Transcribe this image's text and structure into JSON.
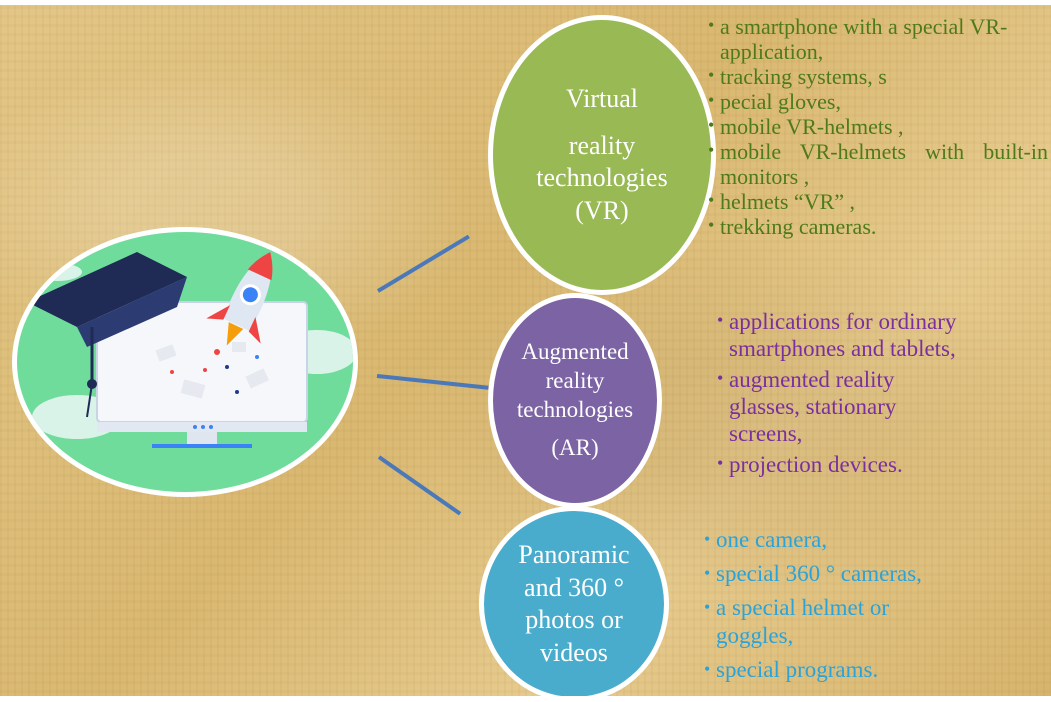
{
  "nodes": {
    "vr": {
      "label_lines": [
        "Virtual",
        "reality",
        "technologies",
        "(VR)"
      ],
      "color": "#98b954",
      "items": [
        "a smartphone with a special VR-application,",
        "tracking systems, s",
        "pecial gloves,",
        "mobile VR-helmets ,",
        "mobile VR-helmets with built-in monitors ,",
        "helmets “VR” ,",
        "trekking cameras."
      ],
      "item_color": "#4e7a1a"
    },
    "ar": {
      "label_lines": [
        "Augmented",
        "reality",
        "technologies",
        "(AR)"
      ],
      "color": "#7c63a3",
      "items": [
        "applications for ordinary smartphones and tablets,",
        "augmented reality glasses, stationary screens,",
        "projection devices."
      ],
      "item_color": "#7b2f9e"
    },
    "pano": {
      "label_lines": [
        "Panoramic",
        "and 360 °",
        "photos or",
        "videos"
      ],
      "color": "#4aaccc",
      "items": [
        "one camera,",
        " special 360 ° cameras,",
        "a special helmet or goggles,",
        "special programs."
      ],
      "item_color": "#2ba3d8"
    }
  },
  "colors": {
    "connector": "#4a78b8",
    "edu_background": "#6fdc9c",
    "parchment": "#dcbc78"
  },
  "illustration": {
    "icons": [
      "graduation-cap-icon",
      "rocket-icon",
      "monitor-icon",
      "envelope-icon",
      "cloud-icon"
    ]
  }
}
